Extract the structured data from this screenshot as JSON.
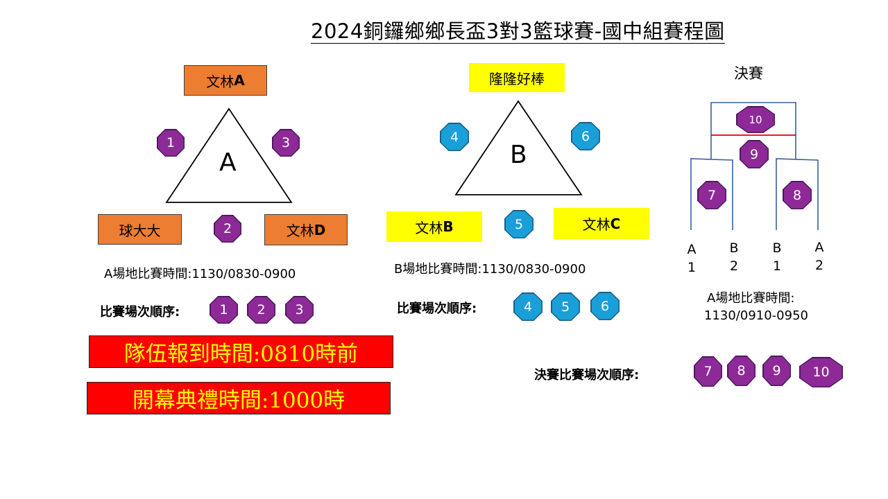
{
  "title": "2024銅鑼鄉鄉長盃3對3籃球賽-國中組賽程圖",
  "group_a": {
    "label": "A",
    "teams": {
      "top": {
        "prefix": "文林",
        "suffix": "A"
      },
      "left": {
        "prefix": "球大大",
        "suffix": ""
      },
      "right": {
        "prefix": "文林",
        "suffix": "D"
      }
    },
    "games": {
      "left": "1",
      "right": "3",
      "bottom": "2"
    },
    "schedule_time": "A場地比賽時間:1130/0830-0900",
    "order_label": "比賽場次順序:",
    "order": [
      "1",
      "2",
      "3"
    ]
  },
  "group_b": {
    "label": "B",
    "teams": {
      "top": {
        "prefix": "隆隆好棒",
        "suffix": ""
      },
      "left": {
        "prefix": "文林",
        "suffix": "B"
      },
      "right": {
        "prefix": "文林",
        "suffix": "C"
      }
    },
    "games": {
      "left": "4",
      "right": "6",
      "bottom": "5"
    },
    "schedule_time": "B場地比賽時間:1130/0830-0900",
    "order_label": "比賽場次順序:",
    "order": [
      "4",
      "5",
      "6"
    ]
  },
  "final": {
    "label": "決賽",
    "games": {
      "championship": "10",
      "third": "9",
      "semi_left": "7",
      "semi_right": "8"
    },
    "seeds": [
      {
        "group": "A",
        "rank": "1"
      },
      {
        "group": "B",
        "rank": "2"
      },
      {
        "group": "B",
        "rank": "1"
      },
      {
        "group": "A",
        "rank": "2"
      }
    ],
    "schedule_line1": "A場地比賽時間:",
    "schedule_line2": "1130/0910-0950",
    "order_label": "決賽比賽場次順序:",
    "order": [
      "7",
      "8",
      "9",
      "10"
    ]
  },
  "notices": {
    "checkin": "隊伍報到時間:0810時前",
    "opening": "開幕典禮時間:1000時"
  },
  "colors": {
    "orange": "#ed7d31",
    "yellow": "#ffff00",
    "purple": "#8e2a98",
    "blue": "#1b9fd8",
    "red": "#ff0000",
    "bracket_red_line": "#e00000",
    "bracket_blue_line": "#3a5fa0"
  }
}
